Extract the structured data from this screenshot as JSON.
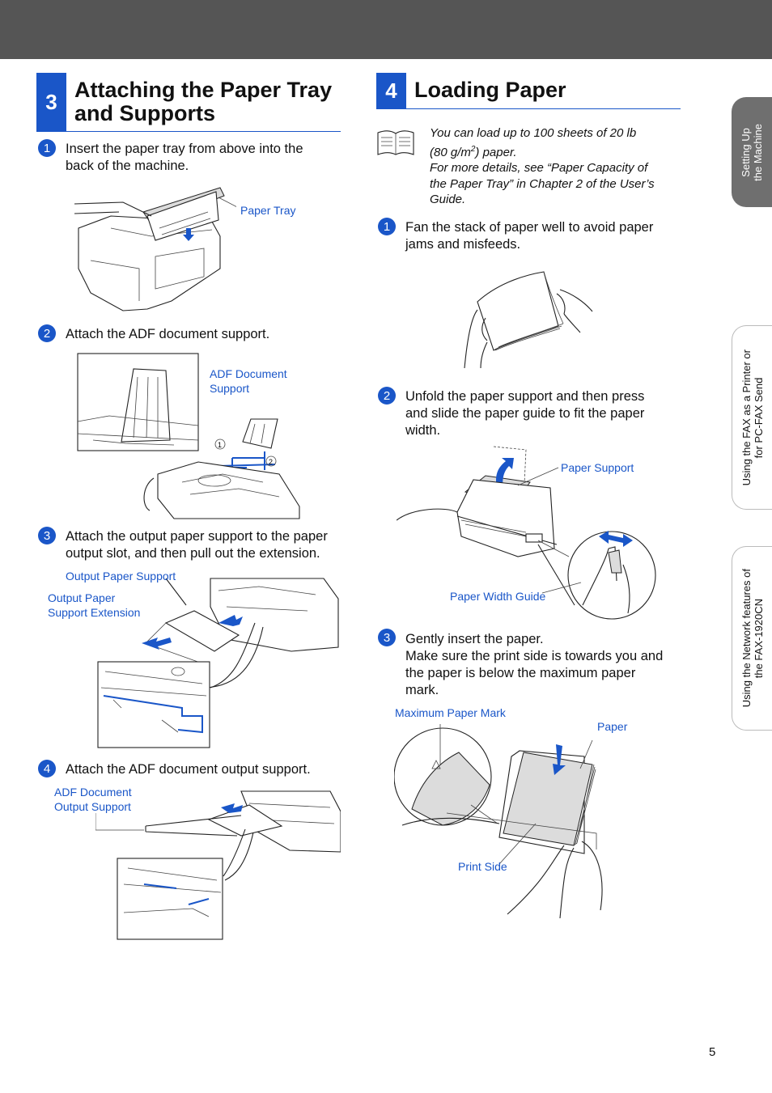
{
  "section3": {
    "number": "3",
    "title": "Attaching the Paper Tray and Supports",
    "steps": [
      {
        "num": "1",
        "text": "Insert the paper tray from above into the\nback of the machine."
      },
      {
        "num": "2",
        "text": "Attach the ADF document support."
      },
      {
        "num": "3",
        "text": "Attach the output paper support to the paper\noutput slot, and then pull out the extension."
      },
      {
        "num": "4",
        "text": "Attach the ADF document output support."
      }
    ],
    "labels": {
      "paper_tray": "Paper Tray",
      "adf_support": "ADF Document\nSupport",
      "output_support": "Output Paper Support",
      "output_extension": "Output Paper\nSupport Extension",
      "adf_output": "ADF Document\nOutput Support"
    }
  },
  "section4": {
    "number": "4",
    "title": "Loading Paper",
    "note": {
      "line1": "You can load up to 100 sheets of 20 lb",
      "line2a": "(80 g/m",
      "line2sup": "2",
      "line2b": ") paper.",
      "line3": "For more details, see “Paper Capacity of\nthe Paper Tray” in Chapter 2 of the User’s\nGuide."
    },
    "steps": [
      {
        "num": "1",
        "text": "Fan the stack of paper well to avoid paper\njams and misfeeds."
      },
      {
        "num": "2",
        "text": "Unfold the paper support and then press\nand slide the paper guide to fit the paper\nwidth."
      },
      {
        "num": "3",
        "text": "Gently insert the paper.\nMake sure the print side is towards you and\nthe paper is below the maximum paper\nmark."
      }
    ],
    "labels": {
      "paper_support": "Paper Support",
      "paper_width_guide": "Paper Width Guide",
      "max_paper_mark": "Maximum Paper Mark",
      "paper": "Paper",
      "print_side": "Print Side"
    }
  },
  "side_tabs": [
    {
      "label": "Setting Up\nthe Machine"
    },
    {
      "label": "Using the FAX as a Printer or\nfor PC-FAX Send"
    },
    {
      "label": "Using the Network features of\nthe FAX-1920CN"
    }
  ],
  "page_number": "5"
}
